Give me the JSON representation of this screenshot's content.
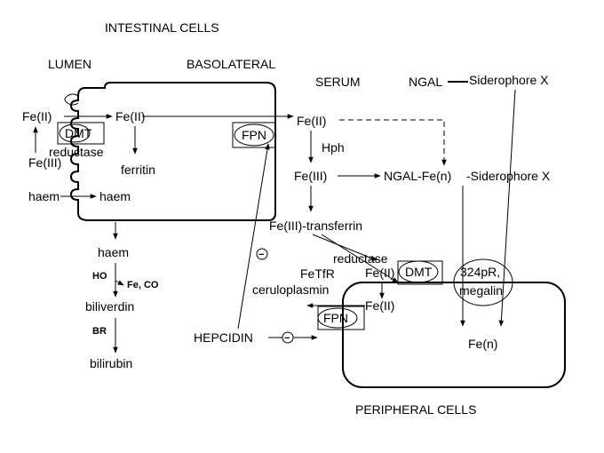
{
  "headings": {
    "intestinal_cells": "INTESTINAL CELLS",
    "lumen": "LUMEN",
    "basolateral": "BASOLATERAL",
    "serum": "SERUM",
    "ngal": "NGAL",
    "siderophore_x_top": "Siderophore X",
    "peripheral_cells": "PERIPHERAL CELLS"
  },
  "intestine": {
    "fe2_lumen": "Fe(II)",
    "fe3_lumen": "Fe(III)",
    "reductase": "reductase",
    "dmt": "DMT",
    "fe2_cell": "Fe(II)",
    "ferritin": "ferritin",
    "haem_lumen": "haem",
    "haem_cell": "haem",
    "fpn": "FPN"
  },
  "haem_pathway": {
    "haem": "haem",
    "ho": "HO",
    "fe_co": "Fe, CO",
    "biliverdin": "biliverdin",
    "br": "BR",
    "bilirubin": "bilirubin"
  },
  "serum": {
    "fe2": "Fe(II)",
    "hph": "Hph",
    "fe3": "Fe(III)",
    "ngal_fe": "NGAL-Fe(n)",
    "siderophore_x": "-Siderophore X",
    "transferrin": "Fe(III)-transferrin",
    "hepcidin": "HEPCIDIN",
    "minus_1": "−",
    "minus_2": "−"
  },
  "peripheral": {
    "reductase": "reductase",
    "fetfr": "FeTfR",
    "fe2_top": "Fe(II)",
    "dmt": "DMT",
    "receptor": "24pR,",
    "receptor_prefix": "3",
    "megalin": "megalin",
    "ceruloplasmin": "ceruloplasmin",
    "fpn": "FPN",
    "fe2": "Fe(II)",
    "fen": "Fe(n)"
  }
}
